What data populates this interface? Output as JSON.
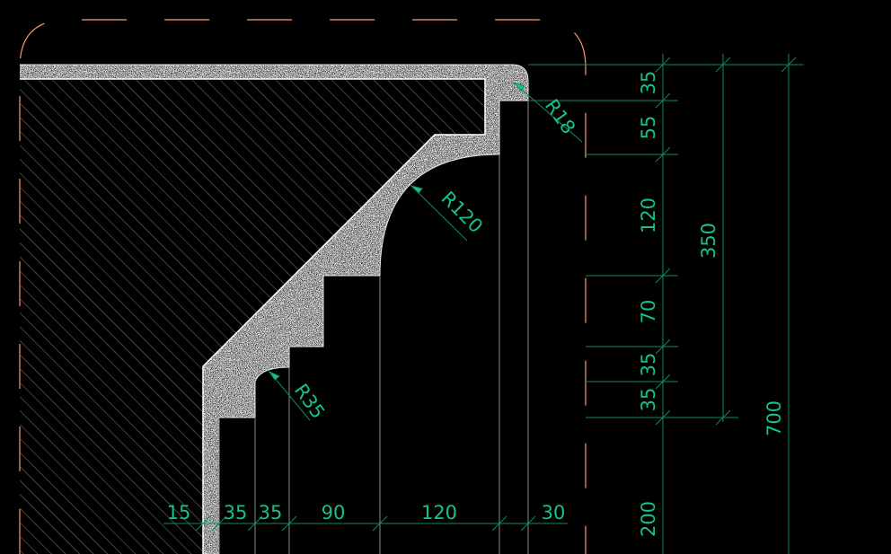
{
  "drawing": {
    "colors": {
      "background": "#000000",
      "outline": "#ffffff",
      "border": "#ff9a6a",
      "hatch": "#6b6b6b",
      "stipple": "#b8b8b8",
      "dimension": "#19c08f",
      "dim_line": "#0f8a5e"
    },
    "radius_labels": {
      "r18": "R18",
      "r120": "R120",
      "r35": "R35"
    },
    "vertical_dims": {
      "d35a": "35",
      "d55": "55",
      "d120": "120",
      "d70": "70",
      "d35b": "35",
      "d35c": "35",
      "d200": "200",
      "d350": "350",
      "d700": "700"
    },
    "horizontal_dims": {
      "d15": "15",
      "d35a": "35",
      "d35b": "35",
      "d90": "90",
      "d120": "120",
      "d30": "30"
    }
  }
}
